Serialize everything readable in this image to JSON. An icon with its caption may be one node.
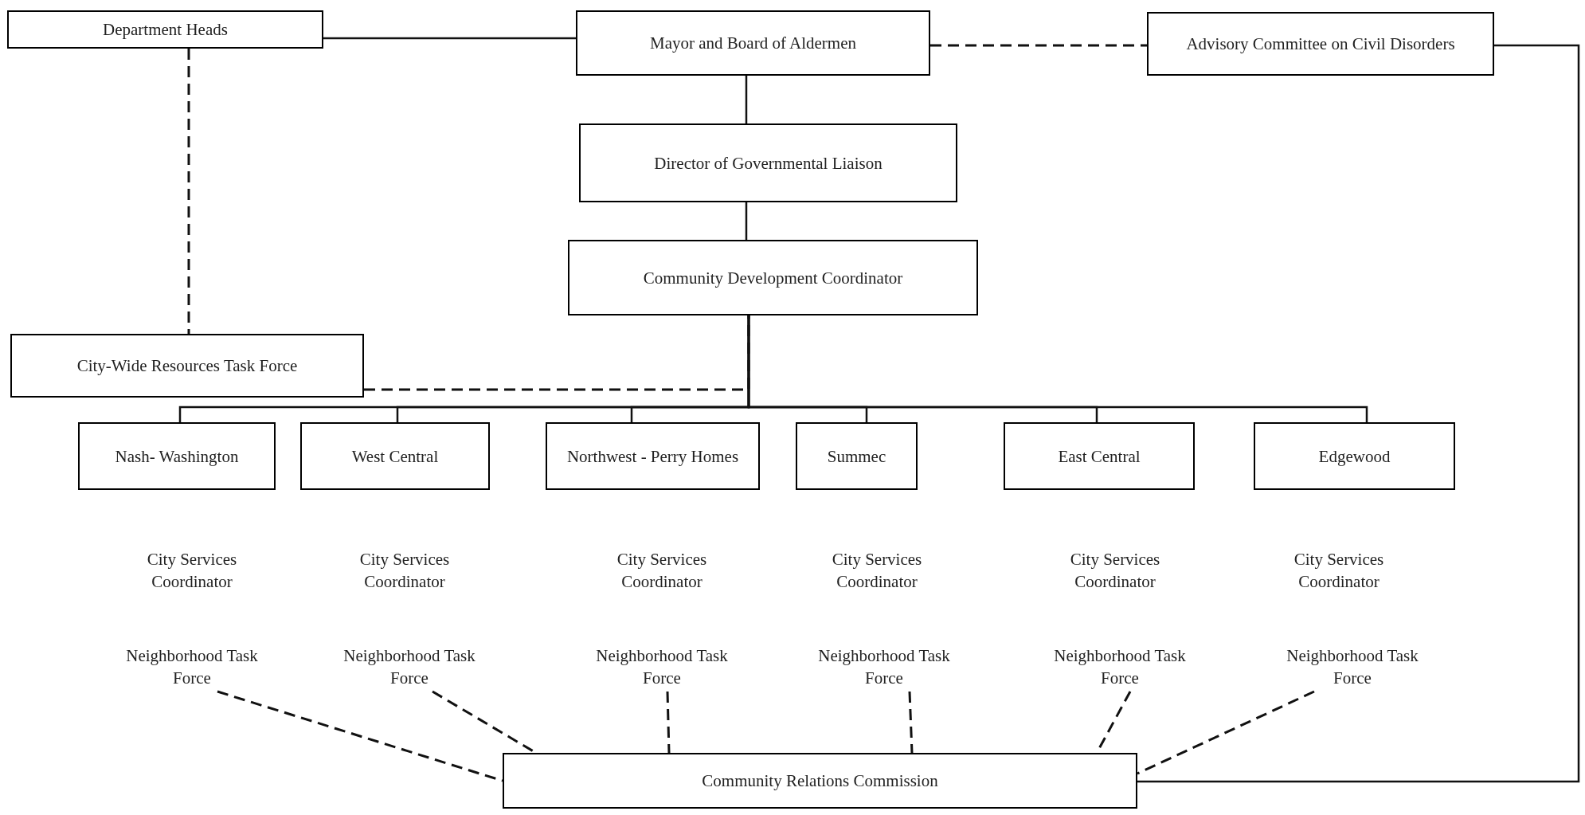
{
  "diagram": {
    "nodes": [
      {
        "text": [
          "Department Heads"
        ]
      },
      {
        "text": [
          "Mayor and Board of Aldermen"
        ]
      },
      {
        "text": [
          "Advisory Committee on Civil Disorders"
        ]
      },
      {
        "text": [
          "Director of Governmental Liaison"
        ]
      },
      {
        "text": [
          "Community Development Coordinator"
        ]
      },
      {
        "text": [
          "City-Wide Resources Task Force"
        ]
      },
      {
        "text": [
          "Nash- Washington"
        ],
        "beside": [
          "City Services Coordinator"
        ]
      },
      {
        "text": [
          "West Central"
        ],
        "beside": [
          "City Services Coordinator"
        ]
      },
      {
        "text": [
          "Northwest - Perry Homes"
        ],
        "beside": [
          "City Services Coordinator"
        ]
      },
      {
        "text": [
          "Summec"
        ],
        "beside": [
          "City Services Coordinator"
        ]
      },
      {
        "text": [
          "East Central"
        ],
        "beside": [
          "City Services Coordinator"
        ]
      },
      {
        "text": [
          "Edgewood"
        ],
        "beside": [
          "City Services Coordinator"
        ]
      },
      {
        "text": [
          "Neighborhood Task Force"
        ]
      },
      {
        "text": [
          "Neighborhood Task Force"
        ]
      },
      {
        "text": [
          "Neighborhood Task Force"
        ]
      },
      {
        "text": [
          "Neighborhood Task Force"
        ]
      },
      {
        "text": [
          "Neighborhood Task Force"
        ]
      },
      {
        "text": [
          "Neighborhood Task Force"
        ]
      },
      {
        "text": [
          "Community Relations Commission"
        ]
      }
    ],
    "edges": [
      {
        "from": 1,
        "to": 0,
        "arrow": "none"
      },
      {
        "from": 1,
        "to": 2,
        "arrow": "none",
        "style": "dashed"
      },
      {
        "from": 1,
        "to": 3,
        "arrow": "none"
      },
      {
        "from": 3,
        "to": 4,
        "arrow": "none"
      },
      {
        "from": 4,
        "to": 6,
        "arrow": "none"
      },
      {
        "from": 4,
        "to": 7,
        "arrow": "none"
      },
      {
        "from": 4,
        "to": 8,
        "arrow": "none"
      },
      {
        "from": 4,
        "to": 9,
        "arrow": "none"
      },
      {
        "from": 4,
        "to": 10,
        "arrow": "none"
      },
      {
        "from": 4,
        "to": 11,
        "arrow": "none"
      },
      {
        "from": 5,
        "to": 4,
        "arrow": "none",
        "style": "dashed"
      },
      {
        "from": 0,
        "to": 5,
        "arrow": "none",
        "style": "dashed"
      },
      {
        "from": 2,
        "to": 18,
        "arrow": "none"
      },
      {
        "from": 12,
        "to": 18,
        "arrow": "none",
        "style": "dashed"
      },
      {
        "from": 13,
        "to": 18,
        "arrow": "none",
        "style": "dashed"
      },
      {
        "from": 14,
        "to": 18,
        "arrow": "none",
        "style": "dashed"
      },
      {
        "from": 15,
        "to": 18,
        "arrow": "none",
        "style": "dashed"
      },
      {
        "from": 16,
        "to": 18,
        "arrow": "none",
        "style": "dashed"
      },
      {
        "from": 17,
        "to": 18,
        "arrow": "none",
        "style": "dashed"
      }
    ]
  }
}
